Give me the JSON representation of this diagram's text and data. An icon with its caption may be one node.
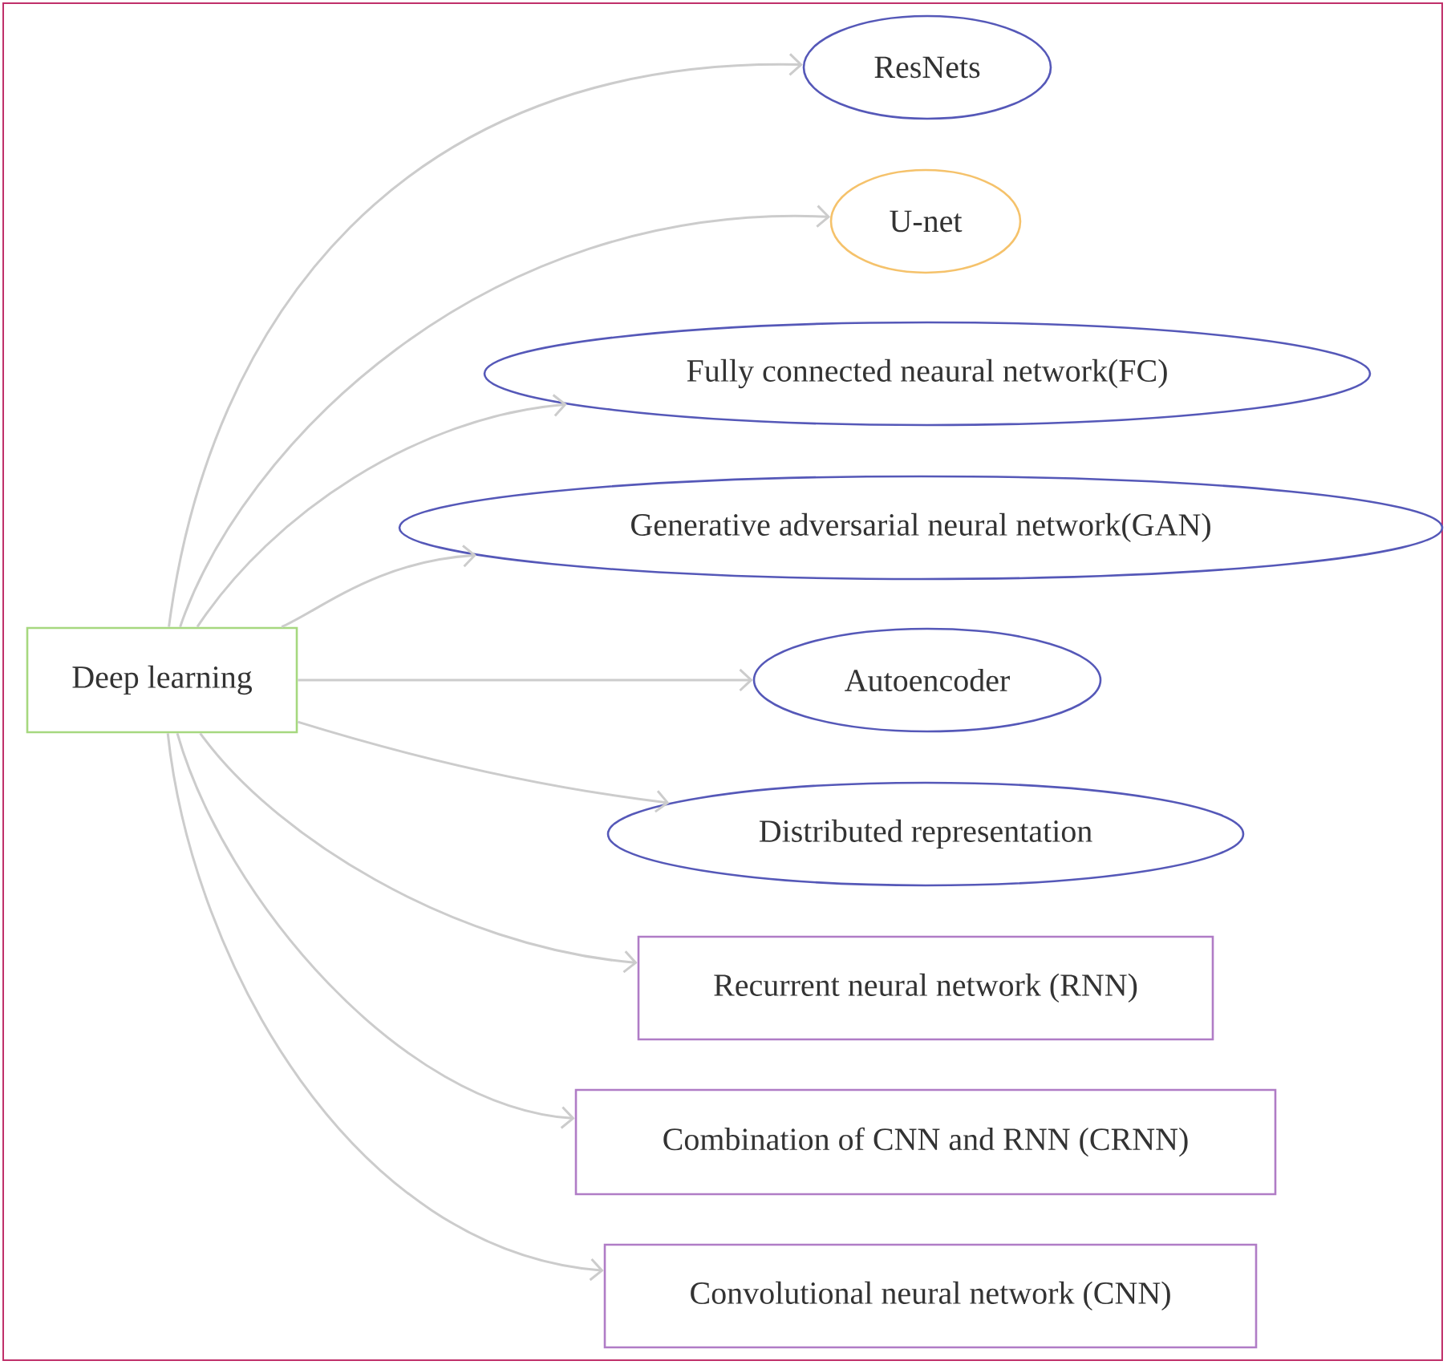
{
  "diagram": {
    "nodes": [
      {
        "text": [
          "Deep learning"
        ]
      },
      {
        "text": [
          "ResNets"
        ]
      },
      {
        "text": [
          "U-net"
        ]
      },
      {
        "text": [
          "Fully connected neaural network(FC)"
        ]
      },
      {
        "text": [
          "Generative adversarial neural network(GAN)"
        ]
      },
      {
        "text": [
          "Autoencoder"
        ]
      },
      {
        "text": [
          "Distributed representation"
        ]
      },
      {
        "text": [
          "Recurrent neural network (RNN)"
        ]
      },
      {
        "text": [
          "Combination of CNN and RNN (CRNN)"
        ]
      },
      {
        "text": [
          "Convolutional neural network (CNN)"
        ]
      }
    ],
    "edges": [
      {
        "from": 0,
        "to": 1,
        "arrow": "to"
      },
      {
        "from": 0,
        "to": 2,
        "arrow": "to"
      },
      {
        "from": 0,
        "to": 3,
        "arrow": "to"
      },
      {
        "from": 0,
        "to": 4,
        "arrow": "to"
      },
      {
        "from": 0,
        "to": 5,
        "arrow": "to"
      },
      {
        "from": 0,
        "to": 6,
        "arrow": "to"
      },
      {
        "from": 0,
        "to": 7,
        "arrow": "to"
      },
      {
        "from": 0,
        "to": 8,
        "arrow": "to"
      },
      {
        "from": 0,
        "to": 9,
        "arrow": "to"
      }
    ]
  }
}
